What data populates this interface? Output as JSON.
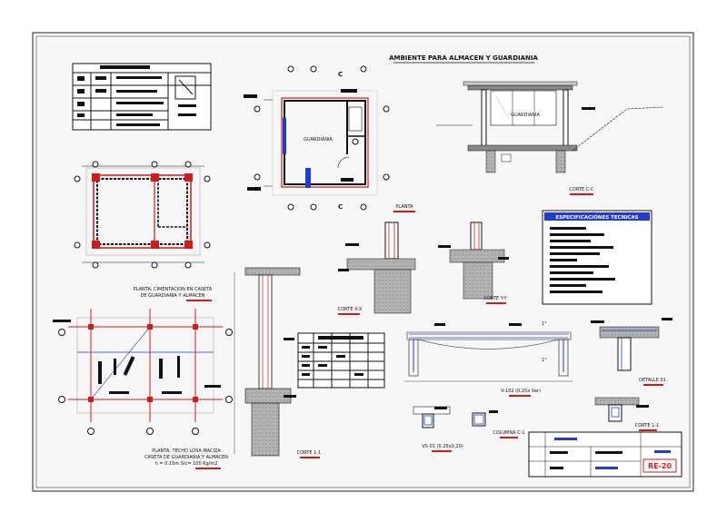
{
  "sheet": {
    "title": "AMBIENTE PARA ALMACEN Y GUARDIANIA",
    "sheet_number": "RE-20"
  },
  "views": {
    "cimentacion": {
      "caption_1": "PLANTA: CIMENTACION EN CASETA",
      "caption_2": "DE GUARDIANIA Y ALMACEN"
    },
    "planta": {
      "caption": "PLANTA",
      "room_label": "GUARDIANIA",
      "cut_marker": "C"
    },
    "corte_cc": {
      "caption": "CORTE C-C",
      "room_label": "GUARDIANIA"
    },
    "techo": {
      "caption_1": "PLANTA: TECHO LOSA MACIZA",
      "caption_2": "CASETA DE GUARDIANIA Y ALMACEN",
      "caption_3": "h = 0.15m S/c= 100 Kg/m2"
    },
    "corte_11": {
      "caption": "CORTE 1-1"
    },
    "corte_xx": {
      "caption": "CORTE X-X"
    },
    "corte_yy": {
      "caption": "CORTE Y-Y"
    },
    "viga_102": {
      "caption": "V-102 (0.25x Var)",
      "level": "1°"
    },
    "detalle": {
      "caption": "DETALLE 01"
    },
    "vs01": {
      "caption": "VS-01 (0.25x0.20)"
    },
    "columna": {
      "caption": "COLUMNA C-1"
    },
    "corte_11b": {
      "caption": "CORTE 1-1"
    },
    "specs": {
      "title": "ESPECIFICACIONES TECNICAS"
    }
  },
  "colors": {
    "concrete": "#bdbdbd",
    "rebar_red": "#d11a1a",
    "beam_blue": "#1f3bd1",
    "ink": "#111111"
  }
}
